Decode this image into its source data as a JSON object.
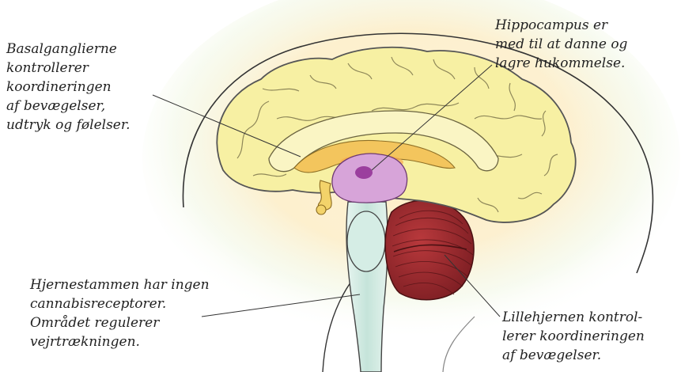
{
  "labels": {
    "basal_ganglia": [
      "Basalganglierne",
      "kontrollerer",
      "koordineringen",
      "af bevægelser,",
      "udtryk og følelser."
    ],
    "hippocampus": [
      "Hippocampus er",
      "med til at danne og",
      "lagre hukommelse."
    ],
    "brainstem": [
      "Hjernestammen har ingen",
      "cannabisreceptorer.",
      "Området regulerer",
      "vejrtrækningen."
    ],
    "cerebellum": [
      "Lillehjernen kontrol-",
      "lerer koordineringen",
      "af bevægelser."
    ]
  },
  "colors": {
    "cortex": "#f7f0a3",
    "cortex_outline": "#555555",
    "basal_ganglia": "#f3c35a",
    "hippocampus": "#d7a4d9",
    "hippocampus_core": "#9b3f9e",
    "brainstem": "#cfe9e2",
    "cerebellum": "#9e2a2e",
    "glow": "#f8d88a",
    "head_outline": "#333333",
    "text": "#222222"
  }
}
